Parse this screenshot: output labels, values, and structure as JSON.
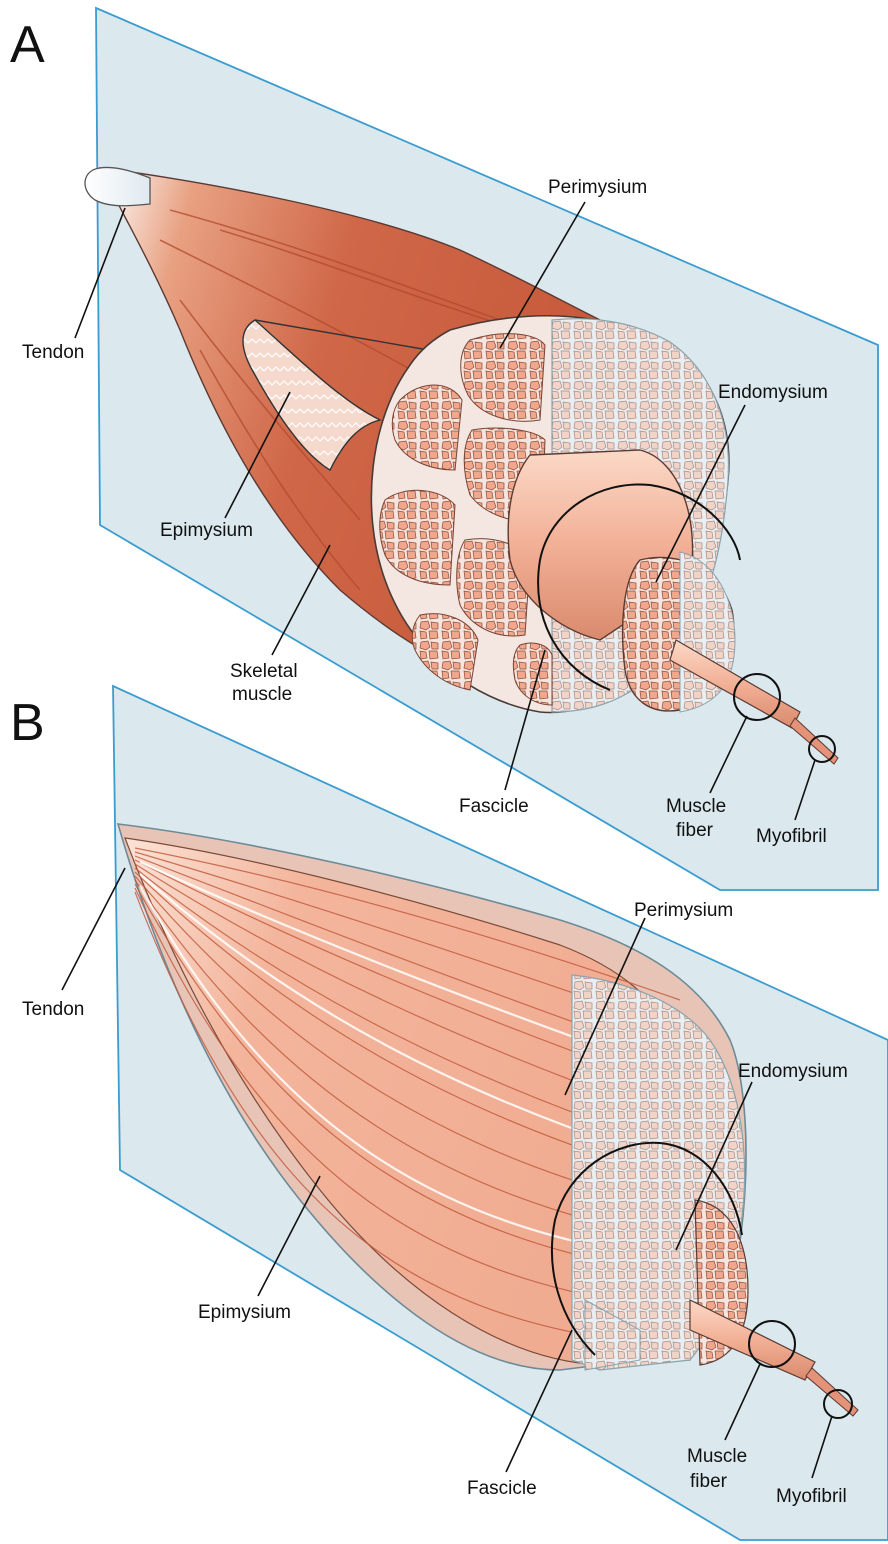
{
  "panels": [
    {
      "letter": "A",
      "labels": {
        "tendon": "Tendon",
        "epimysium": "Epimysium",
        "skeletal_muscle_1": "Skeletal",
        "skeletal_muscle_2": "muscle",
        "perimysium": "Perimysium",
        "endomysium": "Endomysium",
        "fascicle": "Fascicle",
        "muscle_fiber_1": "Muscle",
        "muscle_fiber_2": "fiber",
        "myofibril": "Myofibril"
      }
    },
    {
      "letter": "B",
      "labels": {
        "tendon": "Tendon",
        "perimysium": "Perimysium",
        "endomysium": "Endomysium",
        "epimysium": "Epimysium",
        "fascicle": "Fascicle",
        "muscle_fiber_1": "Muscle",
        "muscle_fiber_2": "fiber",
        "myofibril": "Myofibril"
      }
    }
  ],
  "colors": {
    "plane_fill": "#dbe8ee",
    "plane_edge": "#3a9ccf",
    "muscle_dark": "#c85c3c",
    "muscle_light": "#f2b39a",
    "tissue_pale": "#f4e6e0",
    "fiber_pink": "#f0a890"
  }
}
